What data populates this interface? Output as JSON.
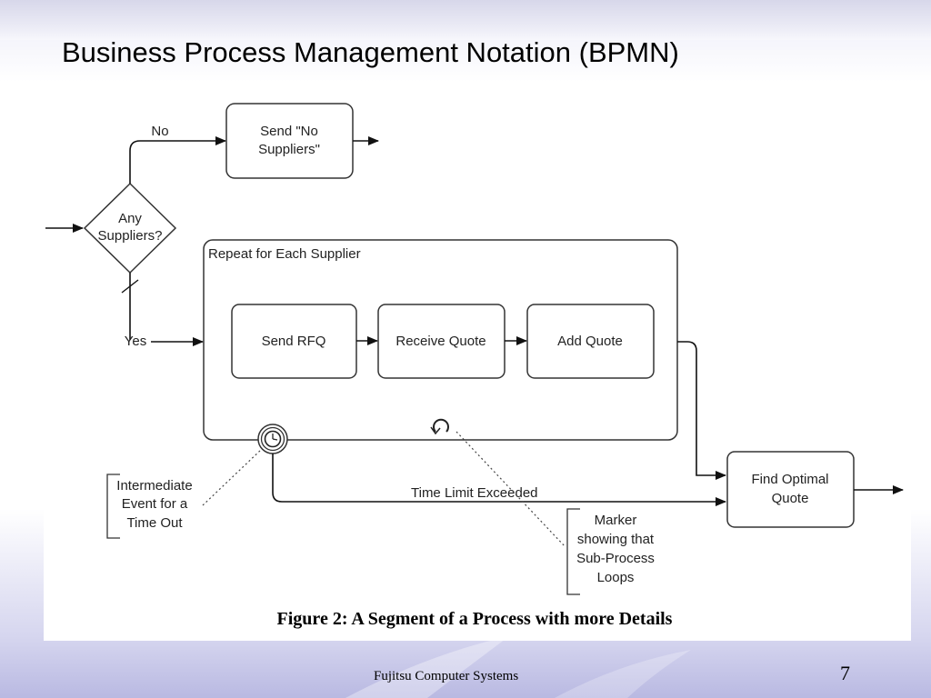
{
  "slide": {
    "title": "Business Process Management Notation (BPMN)",
    "footer": "Fujitsu Computer Systems",
    "page_number": "7"
  },
  "diagram": {
    "gateway": {
      "line1": "Any",
      "line2": "Suppliers?"
    },
    "labels": {
      "no": "No",
      "yes": "Yes",
      "time_limit": "Time Limit Exceeded"
    },
    "tasks": {
      "send_no_suppliers": {
        "line1": "Send \"No",
        "line2": "Suppliers\""
      },
      "send_rfq": "Send RFQ",
      "receive_quote": "Receive Quote",
      "add_quote": "Add Quote",
      "find_optimal_quote": {
        "line1": "Find Optimal",
        "line2": "Quote"
      }
    },
    "subprocess_label": "Repeat for Each Supplier",
    "annotations": {
      "intermediate_event": [
        "Intermediate",
        "Event for a",
        "Time Out"
      ],
      "loop_marker": [
        "Marker",
        "showing that",
        "Sub-Process",
        "Loops"
      ]
    },
    "caption": "Figure 2: A Segment of a Process with more Details"
  }
}
